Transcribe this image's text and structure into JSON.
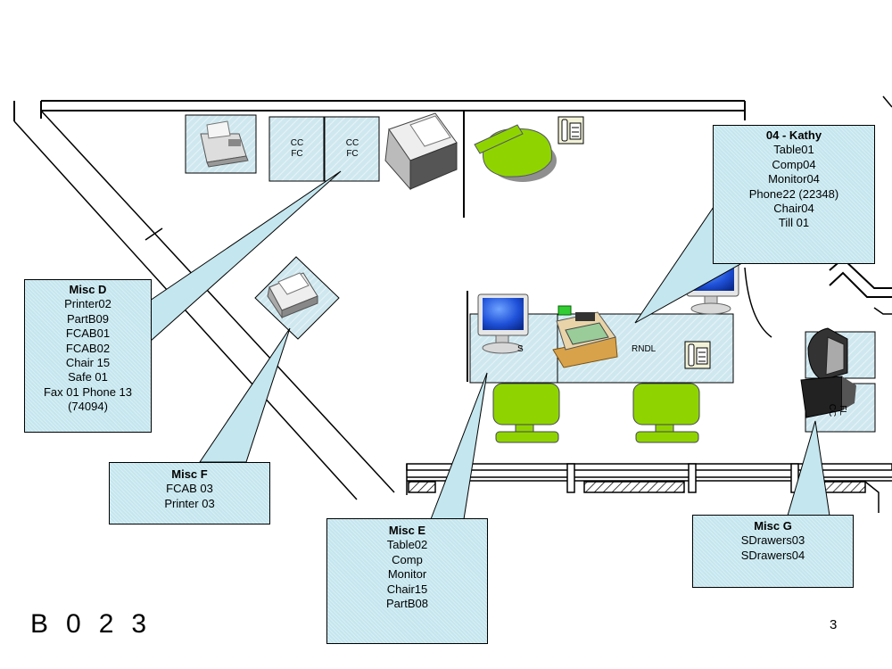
{
  "room": {
    "id_chars": [
      "B",
      "0",
      "2",
      "3"
    ],
    "page_number": "3"
  },
  "desk_labels": {
    "cabinet_1": [
      "CC",
      "FC"
    ],
    "cabinet_2": [
      "CC",
      "FC"
    ],
    "desk_left": "S",
    "desk_right": "RNDL",
    "cabinet_right": [
      "FL",
      "CC"
    ]
  },
  "callouts": [
    {
      "id": "kathy",
      "title": "04 - Kathy",
      "lines": [
        "Table01",
        "Comp04",
        "Monitor04",
        "Phone22 (22348)",
        "Chair04",
        "Till 01"
      ]
    },
    {
      "id": "misc_d",
      "title": "Misc D",
      "lines": [
        "Printer02",
        "PartB09",
        "FCAB01",
        "FCAB02",
        "Chair 15",
        "Safe 01",
        "Fax 01 Phone 13",
        "(74094)"
      ]
    },
    {
      "id": "misc_f",
      "title": "Misc F",
      "lines": [
        "FCAB 03",
        "Printer 03"
      ]
    },
    {
      "id": "misc_e",
      "title": "Misc E",
      "lines": [
        "Table02",
        "Comp",
        "Monitor",
        "Chair15",
        "PartB08"
      ]
    },
    {
      "id": "misc_g",
      "title": "Misc G",
      "lines": [
        "SDrawers03",
        "SDrawers04"
      ]
    }
  ],
  "colors": {
    "furniture": "#c4e6ee",
    "chair": "#8fd400",
    "wall": "#000000"
  },
  "icons": [
    "fax-icon",
    "printer-icon",
    "chair-icon",
    "phone-icon",
    "monitor-icon",
    "cash-register-icon",
    "computer-icon"
  ]
}
